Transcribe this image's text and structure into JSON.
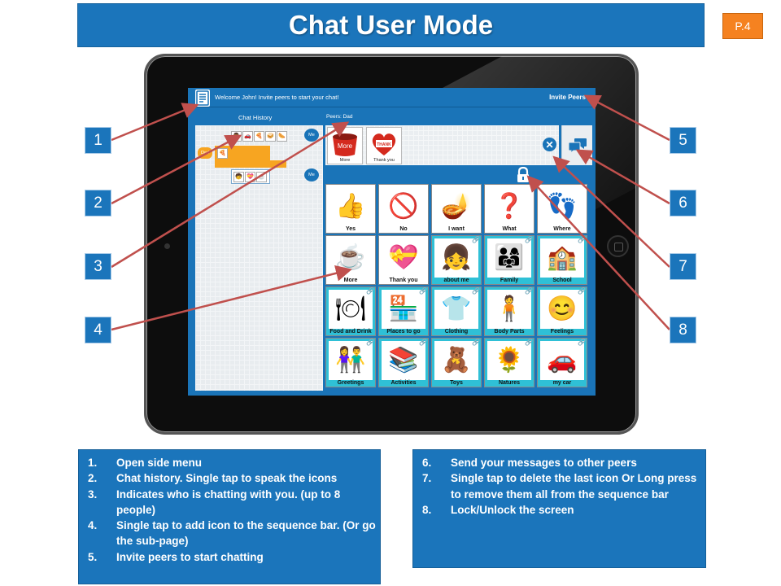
{
  "page": {
    "title": "Chat User Mode",
    "page_tag": "P.4"
  },
  "app": {
    "welcome_text": "Welcome John! Invite peers to start your chat!",
    "invite_peers_label": "Invite Peers",
    "chat_history_title": "Chat History",
    "peers_label": "Peers:  Dad",
    "history": [
      {
        "sender": "Me",
        "icons": [
          "dad",
          "car",
          "pizza"
        ]
      },
      {
        "sender": "Dad",
        "icons": [
          "pizza"
        ]
      },
      {
        "sender": "Me",
        "icons": [
          "boy",
          "thankyou",
          "cup"
        ]
      }
    ],
    "sequence": [
      {
        "label": "More",
        "icon": "more"
      },
      {
        "label": "Thank you",
        "icon": "thankyou"
      }
    ],
    "grid": [
      {
        "label": "Yes",
        "icon": "thumbs-up",
        "folder": false
      },
      {
        "label": "No",
        "icon": "no-burst",
        "folder": false
      },
      {
        "label": "I want",
        "icon": "lamp",
        "folder": false
      },
      {
        "label": "What",
        "icon": "question",
        "folder": false
      },
      {
        "label": "Where",
        "icon": "footprint",
        "folder": false
      },
      {
        "label": "More",
        "icon": "more",
        "folder": false
      },
      {
        "label": "Thank you",
        "icon": "thankyou",
        "folder": false
      },
      {
        "label": "about me",
        "icon": "girl",
        "folder": true
      },
      {
        "label": "Family",
        "icon": "family",
        "folder": true
      },
      {
        "label": "School",
        "icon": "school",
        "folder": true
      },
      {
        "label": "Food and Drink",
        "icon": "food",
        "folder": true
      },
      {
        "label": "Places to go",
        "icon": "places",
        "folder": true
      },
      {
        "label": "Clothing",
        "icon": "clothing",
        "folder": true
      },
      {
        "label": "Body Parts",
        "icon": "body",
        "folder": true
      },
      {
        "label": "Feelings",
        "icon": "feelings",
        "folder": true
      },
      {
        "label": "Greetings",
        "icon": "greetings",
        "folder": true
      },
      {
        "label": "Activities",
        "icon": "activities",
        "folder": true
      },
      {
        "label": "Toys",
        "icon": "toys",
        "folder": true
      },
      {
        "label": "Natures",
        "icon": "nature",
        "folder": true
      },
      {
        "label": "my car",
        "icon": "car",
        "folder": true
      }
    ]
  },
  "callouts": [
    "1",
    "2",
    "3",
    "4",
    "5",
    "6",
    "7",
    "8"
  ],
  "instructions_left": [
    {
      "n": "1.",
      "text": "Open side menu"
    },
    {
      "n": "2.",
      "text": "Chat history. Single tap to speak the icons"
    },
    {
      "n": "3.",
      "text": "Indicates who is chatting with you. (up to 8 people)"
    },
    {
      "n": "4.",
      "text": "Single tap to add icon to the sequence bar. (Or go the sub-page)"
    },
    {
      "n": "5.",
      "text": "Invite peers to start chatting"
    }
  ],
  "instructions_right": [
    {
      "n": "6.",
      "text": "Send your messages to other peers"
    },
    {
      "n": "7.",
      "text": "Single tap to delete the last icon Or Long press to remove them all from the sequence bar"
    },
    {
      "n": "8.",
      "text": "Lock/Unlock the screen"
    }
  ],
  "colors": {
    "brand_blue": "#1b75bb",
    "tag_orange": "#f58220",
    "folder_cyan": "#2fc0d6",
    "arrow_red": "#c0504d"
  }
}
